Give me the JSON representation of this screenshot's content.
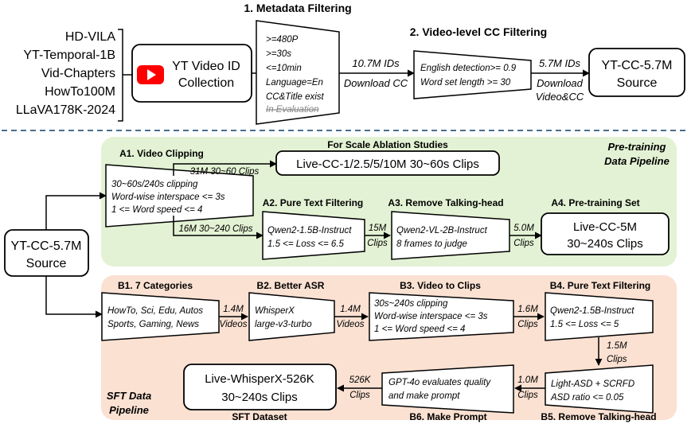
{
  "top": {
    "sources": [
      "HD-VILA",
      "YT-Temporal-1B",
      "Vid-Chapters",
      "HowTo100M",
      "LLaVA178K-2024"
    ],
    "collection": [
      "YT Video ID",
      "Collection"
    ],
    "youtube_icon": "youtube-logo-icon",
    "metadata_title": "1. Metadata Filtering",
    "metadata_rules": [
      ">=480P",
      ">=30s",
      "<=10min",
      "Language=En",
      "CC&Title exist"
    ],
    "metadata_struck": "In Evaluation",
    "ids_1": "10.7M IDs",
    "download_cc": "Download CC",
    "cc_title": "2. Video-level CC Filtering",
    "cc_rules": [
      "English detection>= 0.9",
      "Word set length >= 30"
    ],
    "ids_2": "5.7M IDs",
    "download_vc": [
      "Download",
      "Video&CC"
    ],
    "ytcc_out": [
      "YT-CC-5.7M",
      "Source"
    ]
  },
  "source": [
    "YT-CC-5.7M",
    "Source"
  ],
  "pretrain": {
    "bg_color": "#e3f2d4",
    "title": [
      "Pre-training",
      "Data Pipeline"
    ],
    "a1_title": "A1. Video Clipping",
    "a1_rules": [
      "30~60s/240s clipping",
      "Word-wise interspace <= 3s",
      "1 <= Word speed <= 4"
    ],
    "scale_title": "For Scale Ablation Studies",
    "scale_box": "Live-CC-1/2.5/5/10M 30~60s Clips",
    "clips_31m": "31M 30~60 Clips",
    "clips_16m": "16M 30~240 Clips",
    "a2_title": "A2. Pure Text Filtering",
    "a2_rules": [
      "Qwen2-1.5B-Instruct",
      "1.5 <= Loss <= 6.5"
    ],
    "clips_15m": [
      "15M",
      "Clips"
    ],
    "a3_title": "A3. Remove Talking-head",
    "a3_rules": [
      "Qwen2-VL-2B-Instruct",
      "8 frames to judge"
    ],
    "clips_5m": [
      "5.0M",
      "Clips"
    ],
    "a4_title": "A4. Pre-training Set",
    "a4_box": [
      "Live-CC-5M",
      "30~240s Clips"
    ]
  },
  "sft": {
    "bg_color": "#fbe1d2",
    "title": [
      "SFT Data",
      "Pipeline"
    ],
    "b1_title": "B1. 7 Categories",
    "b1_rules": [
      "HowTo, Sci, Edu, Autos",
      "Sports, Gaming, News"
    ],
    "v1": [
      "1.4M",
      "Videos"
    ],
    "b2_title": "B2. Better ASR",
    "b2_rules": [
      "WhisperX",
      "large-v3-turbo"
    ],
    "v2": [
      "1.4M",
      "Videos"
    ],
    "b3_title": "B3. Video to Clips",
    "b3_rules": [
      "30s~240s clipping",
      "Word-wise interspace <= 3s",
      "1 <= Word speed <= 4"
    ],
    "c1": [
      "1.6M",
      "Clips"
    ],
    "b4_title": "B4. Pure Text Filtering",
    "b4_rules": [
      "Qwen2-1.5B-Instruct",
      "1.5 <= Loss <= 5"
    ],
    "c2": [
      "1.5M",
      "Clips"
    ],
    "b5_title": "B5. Remove Talking-head",
    "b5_rules": [
      "Light-ASD + SCRFD",
      "ASD ratio <= 0.05"
    ],
    "c3": [
      "1.0M",
      "Clips"
    ],
    "b6_title": "B6. Make Prompt",
    "b6_rules": [
      "GPT-4o evaluates quality",
      "and make prompt"
    ],
    "c4": [
      "526K",
      "Clips"
    ],
    "out_box": [
      "Live-WhisperX-526K",
      "30~240s Clips"
    ],
    "out_title": "SFT Dataset"
  }
}
